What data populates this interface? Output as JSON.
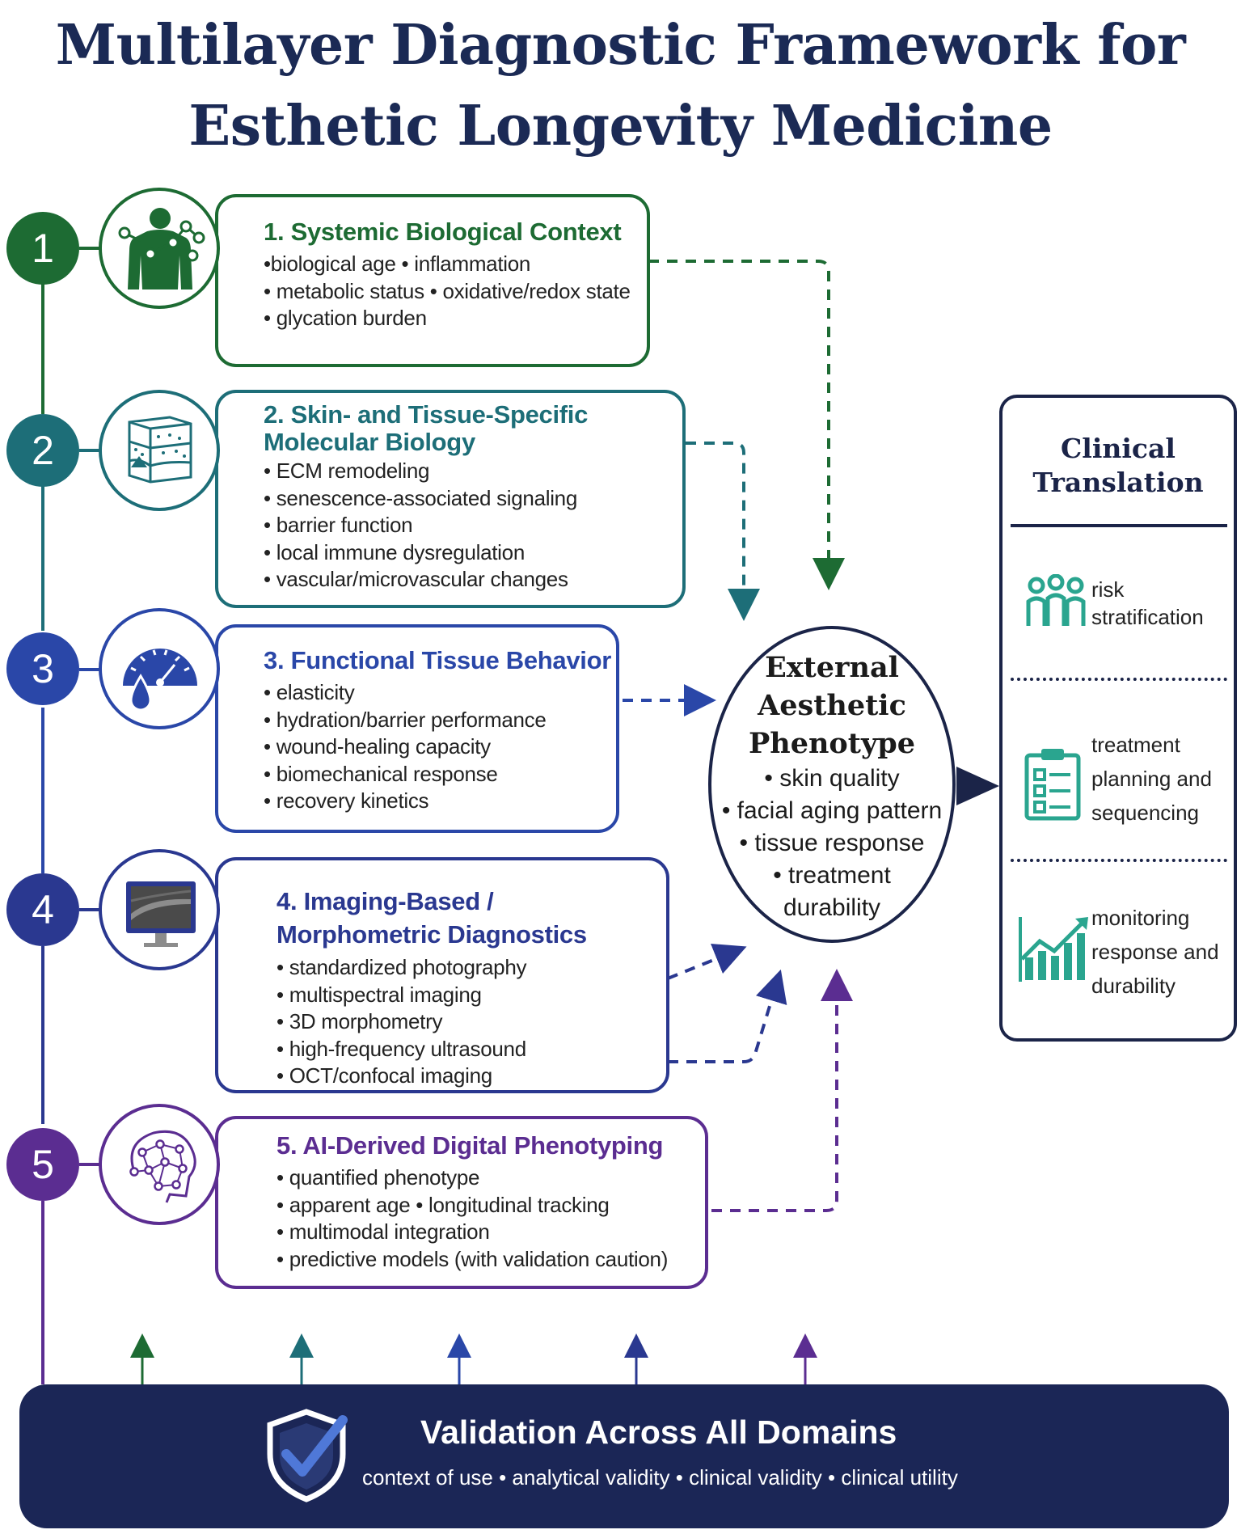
{
  "title": {
    "line1": "Multilayer Diagnostic Framework for",
    "line2": "Esthetic Longevity Medicine"
  },
  "colors": {
    "green": "#1d6b33",
    "teal": "#1d6e78",
    "blue": "#2a47a8",
    "indigo": "#2a3890",
    "purple": "#5b2d91",
    "navy": "#1b2656"
  },
  "layers": [
    {
      "number": "1",
      "icon": "human-body-network-icon",
      "title": "1. Systemic Biological Context",
      "items": [
        "•biological age • inflammation",
        "• metabolic status • oxidative/redox state",
        "• glycation burden"
      ]
    },
    {
      "number": "2",
      "icon": "skin-layers-icon",
      "title_line1": "2. Skin- and Tissue-Specific",
      "title_line2": "Molecular Biology",
      "items": [
        "• ECM remodeling",
        "• senescence-associated signaling",
        "• barrier function",
        "• local immune dysregulation",
        "• vascular/microvascular changes"
      ]
    },
    {
      "number": "3",
      "icon": "gauge-droplet-icon",
      "title": "3. Functional Tissue Behavior",
      "items": [
        "• elasticity",
        "• hydration/barrier performance",
        "• wound-healing capacity",
        "• biomechanical response",
        "• recovery kinetics"
      ]
    },
    {
      "number": "4",
      "icon": "monitor-imaging-icon",
      "title_line1": "4. Imaging-Based /",
      "title_line2": "Morphometric Diagnostics",
      "items": [
        "• standardized photography",
        "• multispectral imaging",
        "• 3D morphometry",
        "• high-frequency ultrasound",
        "• OCT/confocal imaging"
      ]
    },
    {
      "number": "5",
      "icon": "neural-network-head-icon",
      "title": "5. AI-Derived Digital Phenotyping",
      "items": [
        "• quantified phenotype",
        "• apparent age • longitudinal tracking",
        "• multimodal integration",
        "• predictive models (with validation caution)"
      ]
    }
  ],
  "phenotype": {
    "title_line1": "External",
    "title_line2": "Aesthetic",
    "title_line3": "Phenotype",
    "items": [
      "• skin quality",
      "• facial aging pattern",
      "• tissue response",
      "• treatment",
      "durability"
    ]
  },
  "clinical": {
    "heading_line1": "Clinical",
    "heading_line2": "Translation",
    "items": [
      {
        "icon": "people-group-icon",
        "lines": [
          "risk",
          "stratification"
        ]
      },
      {
        "icon": "clipboard-checklist-icon",
        "lines": [
          "treatment",
          "planning and",
          "sequencing"
        ]
      },
      {
        "icon": "growth-chart-icon",
        "lines": [
          "monitoring",
          "response and",
          "durability"
        ]
      }
    ]
  },
  "validation": {
    "icon": "shield-check-icon",
    "title": "Validation Across All Domains",
    "subtitle": "context of use • analytical validity • clinical validity • clinical utility"
  }
}
